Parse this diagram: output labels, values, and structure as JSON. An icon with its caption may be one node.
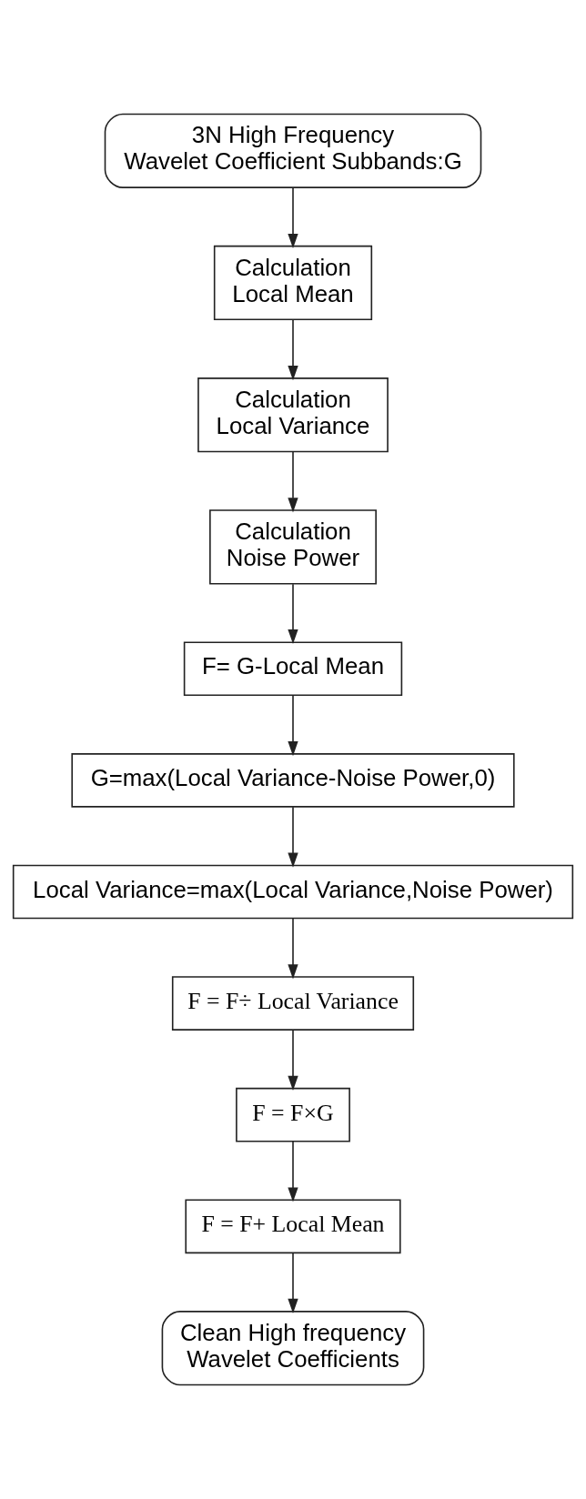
{
  "diagram": {
    "nodes": [
      {
        "text": [
          "3N High Frequency Wavelet Coefficient Subbands:G"
        ]
      },
      {
        "text": [
          "Calculation Local Mean"
        ]
      },
      {
        "text": [
          "Calculation Local Variance"
        ]
      },
      {
        "text": [
          "Calculation Noise Power"
        ]
      },
      {
        "text": [
          "F= G-Local Mean"
        ]
      },
      {
        "text": [
          "G=max(Local Variance-Noise Power,0)"
        ]
      },
      {
        "text": [
          "Local Variance=max(Local Variance,Noise Power)"
        ]
      },
      {
        "text": [
          "F = F÷ Local Variance"
        ]
      },
      {
        "text": [
          "F = F×G"
        ]
      },
      {
        "text": [
          "F = F+ Local Mean"
        ]
      },
      {
        "text": [
          "Clean High frequency Wavelet Coefficients"
        ]
      }
    ],
    "edges": [
      {
        "from": 0,
        "to": 1,
        "arrow": "to"
      },
      {
        "from": 1,
        "to": 2,
        "arrow": "to"
      },
      {
        "from": 2,
        "to": 3,
        "arrow": "to"
      },
      {
        "from": 3,
        "to": 4,
        "arrow": "to"
      },
      {
        "from": 4,
        "to": 5,
        "arrow": "to"
      },
      {
        "from": 5,
        "to": 6,
        "arrow": "to"
      },
      {
        "from": 6,
        "to": 7,
        "arrow": "to"
      },
      {
        "from": 7,
        "to": 8,
        "arrow": "to"
      },
      {
        "from": 8,
        "to": 9,
        "arrow": "to"
      },
      {
        "from": 9,
        "to": 10,
        "arrow": "to"
      }
    ]
  }
}
